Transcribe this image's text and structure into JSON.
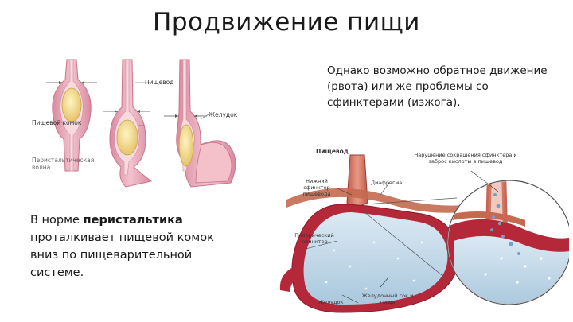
{
  "slide": {
    "title": "Продвижение пищи",
    "right_paragraph": "Однако возможно обратное движение (рвота) или же проблемы со сфинктерами (изжога).",
    "left_paragraph": {
      "before": "В норме ",
      "bold": "перистальтика",
      "after": " проталкивает пищевой комок вниз по пищеварительной системе."
    }
  },
  "figure_left": {
    "labels": {
      "esophagus": "Пищевод",
      "stomach": "Желудок",
      "bolus": "Пищевой комок",
      "wave": "Перистальтическая волна"
    }
  },
  "figure_right": {
    "labels": {
      "esophagus": "Пищевод",
      "impaired": "Нарушение сокращения сфинктера и заброс кислоты в пищевод",
      "lower_sphincter": "Нижний сфинктер пищевода",
      "diaphragm": "Диафрагма",
      "pyloric": "Пилорический сфинктер",
      "stomach": "Желудок",
      "gastric_juice": "Желудочный сок и пища"
    }
  },
  "colors": {
    "tissue": "#e8a9b8",
    "tissue_dark": "#c9748a",
    "bolus": "#f3dc92",
    "stomach_wall": "#b5283a",
    "fluid": "#c7dbea",
    "diaphragm": "#c46a50"
  }
}
